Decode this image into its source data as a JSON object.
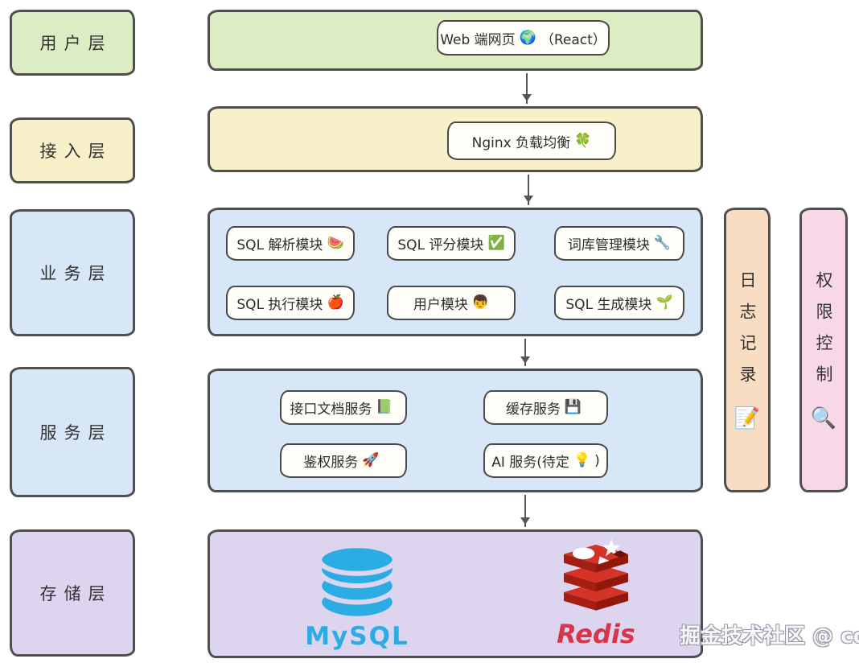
{
  "layers_left": [
    {
      "name": "user",
      "label": "用户层"
    },
    {
      "name": "access",
      "label": "接入层"
    },
    {
      "name": "business",
      "label": "业务层"
    },
    {
      "name": "service",
      "label": "服务层"
    },
    {
      "name": "storage",
      "label": "存储层"
    }
  ],
  "user_band": {
    "node_label": "Web 端网页",
    "node_icon": "🌍",
    "node_suffix": "（React）"
  },
  "access_band": {
    "node_label": "Nginx 负载均衡",
    "node_icon": "🍀"
  },
  "business_band": {
    "modules": [
      {
        "label": "SQL 解析模块",
        "icon": "🍉"
      },
      {
        "label": "SQL 评分模块",
        "icon": "✅"
      },
      {
        "label": "词库管理模块",
        "icon": "🔧"
      },
      {
        "label": "SQL 执行模块",
        "icon": "🍎"
      },
      {
        "label": "用户模块",
        "icon": "👦"
      },
      {
        "label": "SQL 生成模块",
        "icon": "🌱"
      }
    ]
  },
  "service_band": {
    "modules": [
      {
        "label": "接口文档服务",
        "icon": "📗",
        "suffix": ""
      },
      {
        "label": "缓存服务",
        "icon": "💾",
        "suffix": ""
      },
      {
        "label": "鉴权服务",
        "icon": "🚀",
        "suffix": ""
      },
      {
        "label": "AI 服务(待定",
        "icon": "💡",
        "suffix": ")"
      }
    ]
  },
  "storage_band": {
    "mysql_label": "MySQL",
    "redis_label": "Redis"
  },
  "side_strips": [
    {
      "label": "日志记录",
      "icon": "📝"
    },
    {
      "label": "权限控制",
      "icon": "🔍"
    }
  ],
  "watermark": "掘金技术社区 @ cong_",
  "colors": {
    "user_layer": "#dcedc4",
    "access_layer": "#f8f0c8",
    "business_layer": "#d8e7f7",
    "service_layer": "#d8e7f7",
    "storage_layer": "#ddd5f0",
    "log_strip": "#f9ddc2",
    "permission_strip": "#f8d8e8",
    "box_border": "#4f4f4f",
    "mysql_blue": "#2bace2",
    "redis_red": "#d43327"
  }
}
